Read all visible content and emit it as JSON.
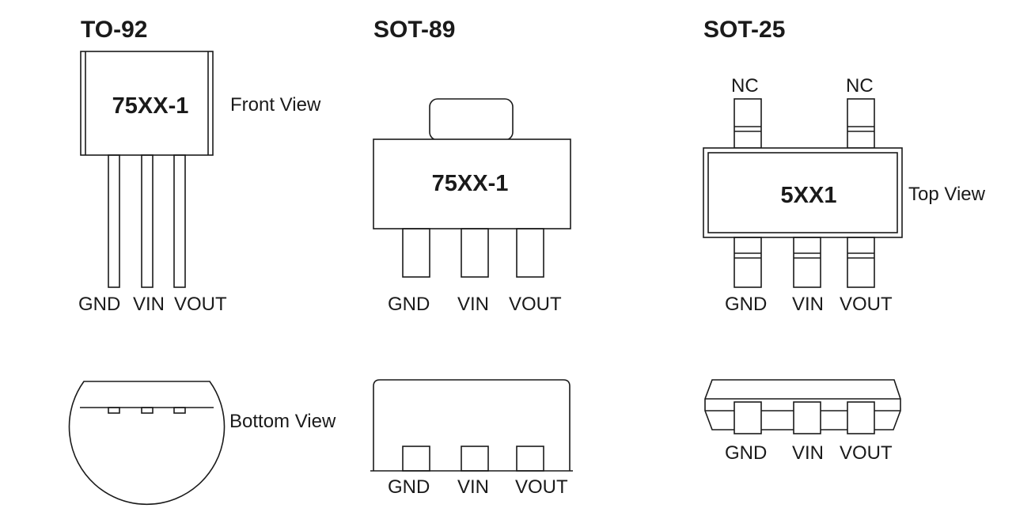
{
  "packages": {
    "to92": {
      "title": "TO-92",
      "marking": "75XX-1",
      "front_view_label": "Front View",
      "bottom_view_label": "Bottom View",
      "pins": [
        "GND",
        "VIN",
        "VOUT"
      ]
    },
    "sot89": {
      "title": "SOT-89",
      "marking": "75XX-1",
      "pins_top": [
        "GND",
        "VIN",
        "VOUT"
      ],
      "pins_bottom": [
        "GND",
        "VIN",
        "VOUT"
      ]
    },
    "sot25": {
      "title": "SOT-25",
      "marking": "5XX1",
      "top_view_label": "Top View",
      "nc_pins": [
        "NC",
        "NC"
      ],
      "pins_top": [
        "GND",
        "VIN",
        "VOUT"
      ],
      "pins_bottom": [
        "GND",
        "VIN",
        "VOUT"
      ]
    }
  },
  "colors": {
    "line": "#1a1a1a",
    "background": "#ffffff"
  }
}
